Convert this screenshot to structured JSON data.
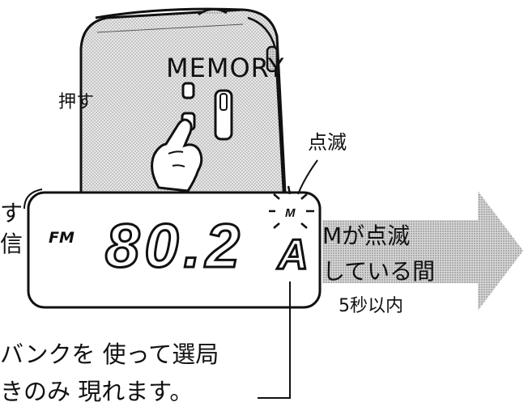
{
  "labels": {
    "memory": "MEMORY",
    "press": "押す",
    "blink": "点滅",
    "fm": "FM",
    "display_digits": "80.2",
    "mem_indicator": "M",
    "bank_letter": "A",
    "cut_edge_line1": "す",
    "cut_edge_line2": "信",
    "m_blinking_line1": "Mが点滅",
    "m_blinking_line2": "している間",
    "within_seconds": "5秒以内",
    "bank_note_line1": "バンクを 使って選局",
    "bank_note_line2": "きのみ 現れます。"
  },
  "colors": {
    "outline": "#111111",
    "device_fill": "#d9d9d9",
    "arrow_fill": "#c4c4c4"
  }
}
